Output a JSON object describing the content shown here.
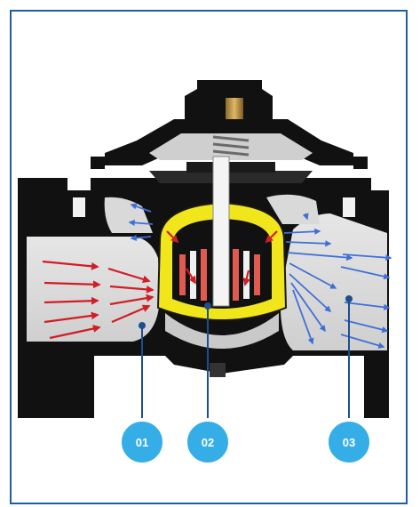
{
  "diagram": {
    "callouts": [
      {
        "label": "01"
      },
      {
        "label": "02"
      },
      {
        "label": "03"
      }
    ]
  },
  "colors": {
    "frame": "#1e5ea8",
    "callout_fill": "#35aee8",
    "leader_line": "#1e4f8c",
    "inlet_arrows": "#d11d24",
    "outlet_arrows": "#3f6fd6",
    "valve_body": "#111111",
    "chamber": "#dcdcdc",
    "strainer": "#f1e51c"
  }
}
